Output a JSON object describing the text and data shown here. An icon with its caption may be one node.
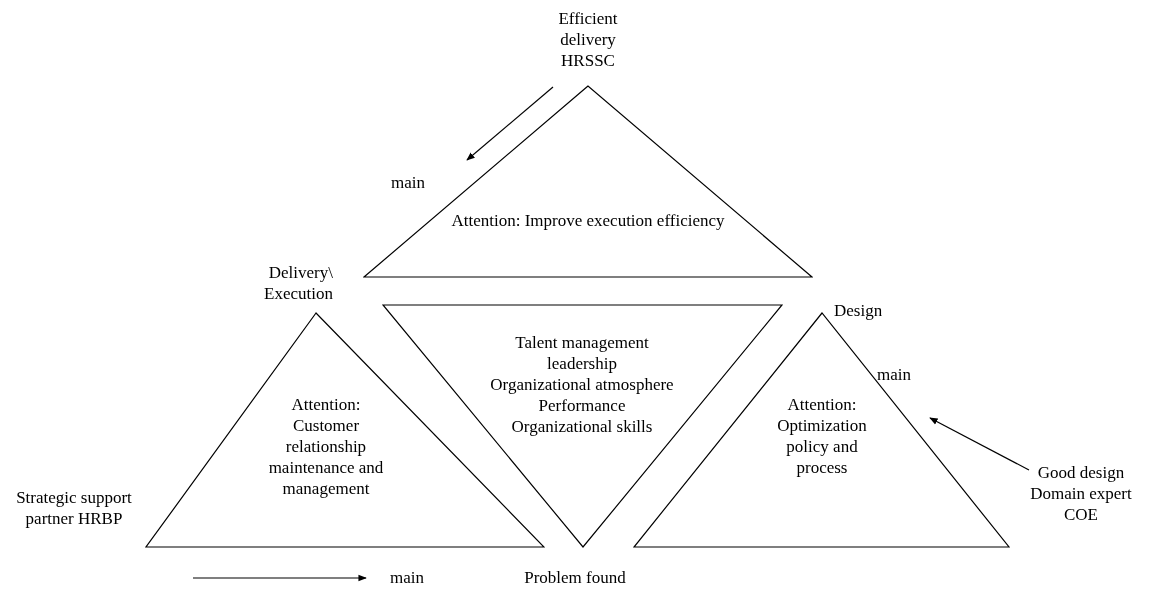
{
  "diagram": {
    "nodes": [
      {
        "text": [
          "Attention: Improve execution efficiency"
        ],
        "beside": [
          "Efficient delivery HRSSC"
        ]
      },
      {
        "text": [
          "Attention: Customer relationship maintenance and management"
        ],
        "beside": [
          "Strategic support partner HRBP"
        ]
      },
      {
        "text": [
          "Talent management",
          "leadership",
          "Organizational atmosphere",
          "Performance",
          "Organizational skills"
        ]
      },
      {
        "text": [
          "Attention: Optimization policy and process"
        ],
        "beside": [
          "Good design Domain expert COE"
        ]
      }
    ],
    "edges": [],
    "labels": [
      "main",
      "Delivery\\ Execution",
      "Design",
      "main",
      "main",
      "Problem found"
    ]
  }
}
